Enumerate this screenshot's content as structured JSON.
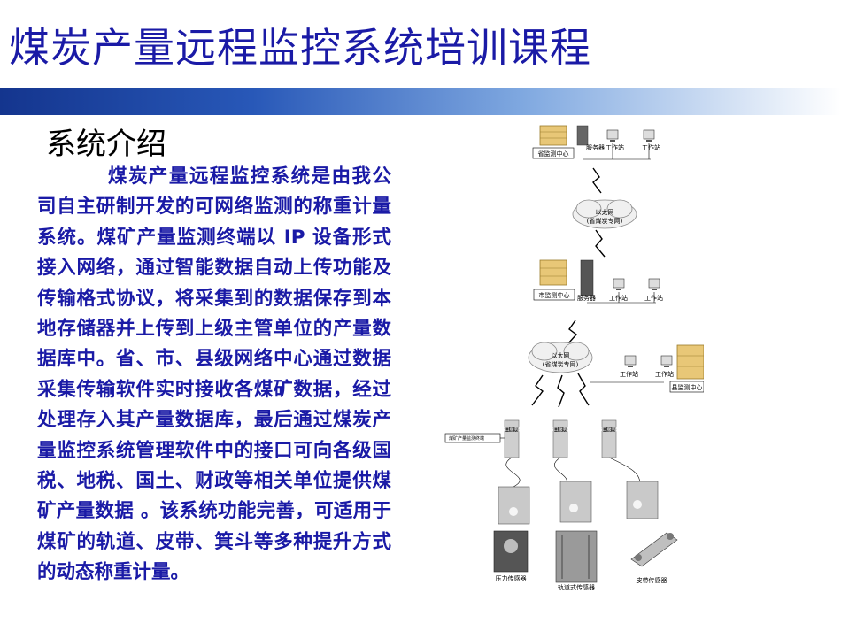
{
  "slide": {
    "title": "煤炭产量远程监控系统培训课程",
    "subtitle": "系统介绍",
    "body": "煤炭产量远程监控系统是由我公司自主研制开发的可网络监测的称重计量系统。煤矿产量监测终端以 IP 设备形式接入网络，通过智能数据自动上传功能及传输格式协议，将采集到的数据保存到本地存储器并上传到上级主管单位的产量数据库中。省、市、县级网络中心通过数据采集传输软件实时接收各煤矿数据，经过处理存入其产量数据库，最后通过煤炭产量监控系统管理软件中的接口可向各级国税、地税、国土、财政等相关单位提供煤矿产量数据 。该系统功能完善，可适用于煤矿的轨道、皮带、箕斗等多种提升方式的动态称重计量。"
  },
  "diagram": {
    "province_center": "省监测中心",
    "city_center": "市监测中心",
    "county_center": "县监测中心",
    "server": "服务器",
    "workstation": "工作站",
    "ethernet": "以太网",
    "ethernet_sub": "(省煤炭专网)",
    "mine_label": "煤矿产量监测终端",
    "terminal_label": "串口服务器",
    "sensor_pressure": "压力传感器",
    "sensor_rail": "轨道式传感器",
    "sensor_belt": "皮带传感器"
  }
}
